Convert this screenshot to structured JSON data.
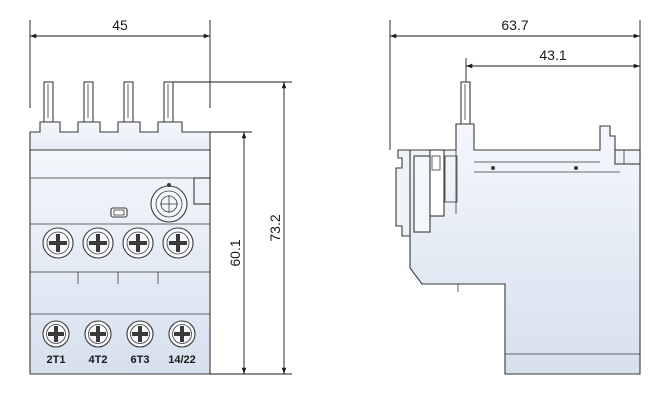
{
  "front_view": {
    "dimensions": {
      "width": "45",
      "height_total": "73.2",
      "height_body": "60.1"
    },
    "terminals": [
      "2T1",
      "4T2",
      "6T3",
      "14/22"
    ]
  },
  "side_view": {
    "dimensions": {
      "depth_total": "63.7",
      "depth_partial": "43.1"
    }
  },
  "colors": {
    "body_fill": "#dfe7f3",
    "body_fill_light": "#eef3fa",
    "outline": "#3a3a3a",
    "dimension_line": "#1a1a1a"
  }
}
